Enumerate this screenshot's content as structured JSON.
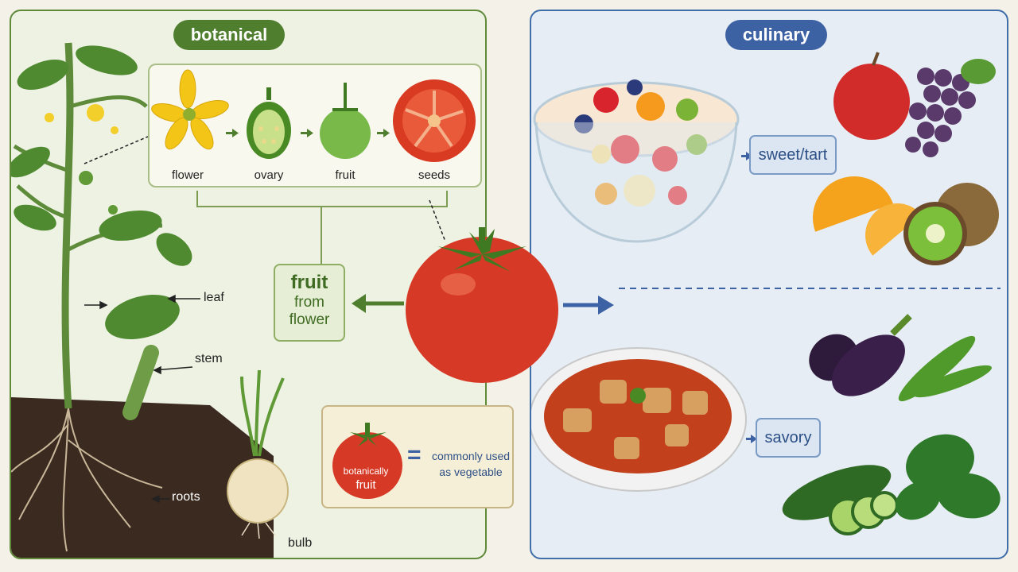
{
  "headers": {
    "botanical": "botanical",
    "culinary": "culinary"
  },
  "stages": [
    {
      "label": "flower"
    },
    {
      "label": "ovary"
    },
    {
      "label": "fruit"
    },
    {
      "label": "seeds"
    }
  ],
  "plant_labels": {
    "leaf": "leaf",
    "stem": "stem",
    "roots": "roots",
    "bulb": "bulb"
  },
  "fruit_callout": {
    "line1": "fruit",
    "line2": "from",
    "line3": "flower"
  },
  "equivalence": {
    "tomato_line1": "botanically",
    "tomato_line2": "fruit",
    "equals": "=",
    "text_line1": "commonly used",
    "text_line2": "as vegetable"
  },
  "culinary_tags": {
    "sweet": "sweet/tart",
    "savory": "savory"
  },
  "colors": {
    "botanical_accent": "#4f7f2e",
    "culinary_accent": "#3d62a3",
    "tomato_red": "#d63a26"
  }
}
